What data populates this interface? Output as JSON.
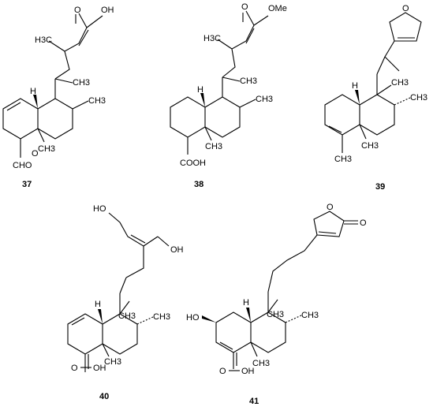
{
  "compounds": [
    {
      "number": "37",
      "labels": {
        "acid": "O",
        "acid_oh": "OH",
        "methyl_side": "H3C",
        "h": "H",
        "ring_me1": "CH3",
        "ring_me2": "CH3",
        "angular_me": "CH3",
        "aldehyde": "CHO",
        "aldehyde_o": "O"
      }
    },
    {
      "number": "38",
      "labels": {
        "ester_o": "O",
        "ester_ome": "OMe",
        "methyl_side": "H3C",
        "h": "H",
        "ring_me1": "CH3",
        "ring_me2": "CH3",
        "angular_me": "CH3",
        "cooh": "COOH"
      }
    },
    {
      "number": "39",
      "labels": {
        "furan_o": "O",
        "h": "H",
        "ring_me1": "CH3",
        "ring_me2": "CH3",
        "angular_me": "CH3",
        "ring_me3": "CH3"
      }
    },
    {
      "number": "40",
      "labels": {
        "ho_top": "HO",
        "oh_side": "OH",
        "h": "H",
        "ring_me1": "CH3",
        "ring_me2": "CH3",
        "angular_me": "CH3",
        "acid_o": "O",
        "acid_oh": "OH"
      }
    },
    {
      "number": "41",
      "labels": {
        "lactone_o": "O",
        "carbonyl_o": "O",
        "ho": "HO",
        "h": "H",
        "ring_me1": "CH3",
        "ring_me2": "CH3",
        "angular_me": "CH3",
        "acid_o": "O",
        "acid_oh": "OH"
      }
    }
  ]
}
